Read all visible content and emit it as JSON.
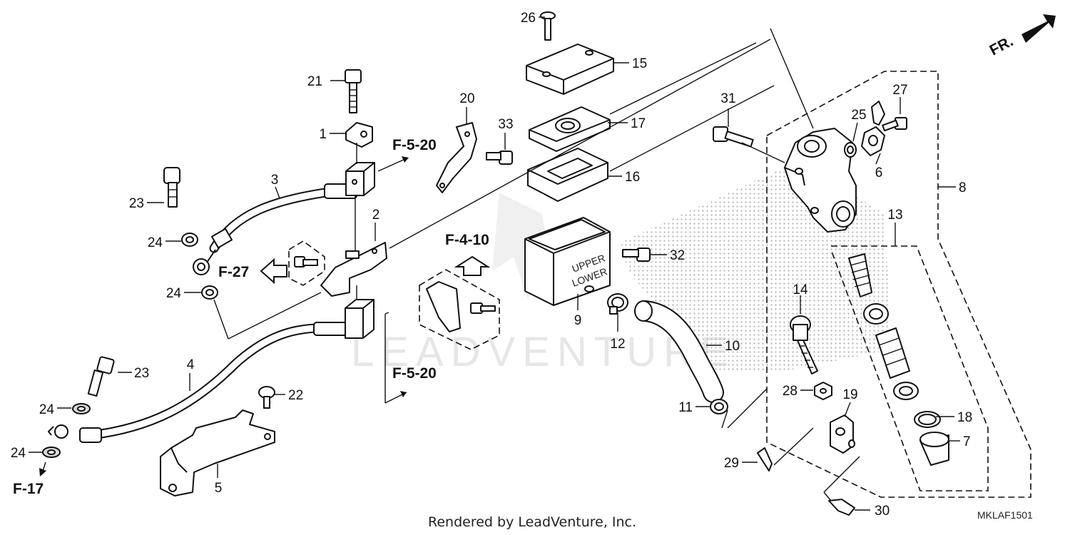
{
  "diagram": {
    "labels": [
      "1",
      "2",
      "3",
      "4",
      "5",
      "6",
      "7",
      "8",
      "9",
      "10",
      "11",
      "12",
      "13",
      "14",
      "15",
      "16",
      "17",
      "18",
      "19",
      "20",
      "21",
      "22",
      "23",
      "23",
      "24",
      "24",
      "24",
      "24",
      "25",
      "26",
      "27",
      "28",
      "29",
      "30",
      "31",
      "32",
      "33"
    ],
    "refs": [
      "F-5-20",
      "F-5-20",
      "F-4-10",
      "F-27",
      "F-17"
    ],
    "direction": "FR.",
    "watermark": "LEADVENTURE",
    "footer": "Rendered by LeadVenture, Inc.",
    "code": "MKLAF1501",
    "reservoir_text": [
      "UPPER",
      "LOWER"
    ]
  }
}
